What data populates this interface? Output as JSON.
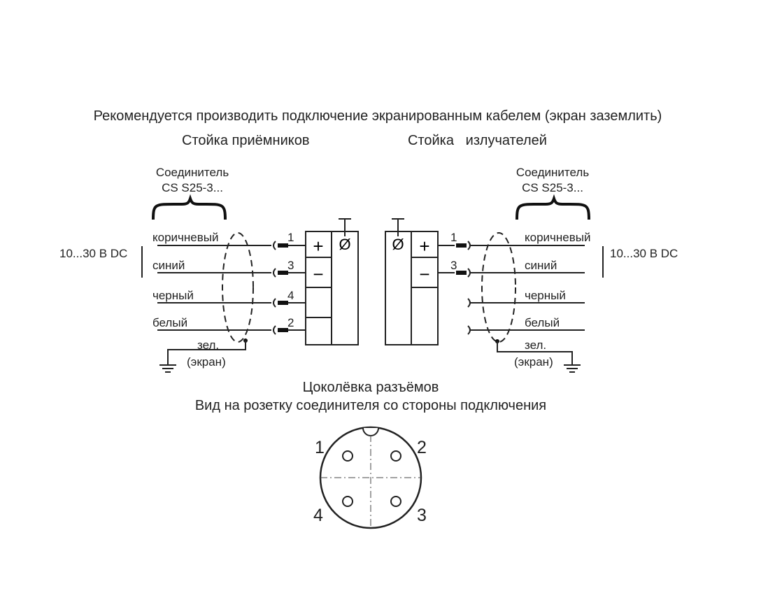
{
  "title": "Рекомендуется производить подключение экранированным кабелем (экран заземлить)",
  "receivers": "Стойка приёмников",
  "emitters": "Стойка   излучателей",
  "connector": {
    "line1": "Соединитель",
    "line2": "CS S25-3..."
  },
  "supply": "10...30 В DC",
  "wires": [
    "коричневый",
    "синий",
    "черный",
    "белый"
  ],
  "pins_left": [
    "1",
    "3",
    "4",
    "2"
  ],
  "pins_right": [
    "1",
    "3"
  ],
  "shield": {
    "line1": "зел.",
    "line2": "(экран)"
  },
  "terminals": {
    "plus": "+",
    "minus": "−",
    "ground": "Ø"
  },
  "pinout": {
    "title": "Цоколёвка разъёмов",
    "subtitle": "Вид на розетку соединителя со стороны подключения",
    "labels": [
      "1",
      "2",
      "3",
      "4"
    ]
  }
}
